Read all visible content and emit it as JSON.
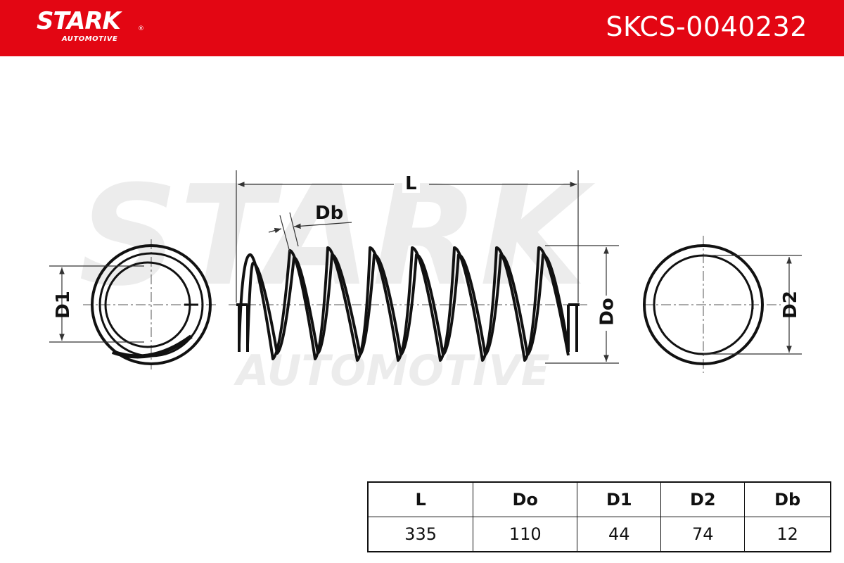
{
  "header": {
    "brand_name": "STARK",
    "brand_registered": "®",
    "brand_subtitle": "AUTOMOTIVE",
    "part_code": "SKCS-0040232",
    "color": "#e30613"
  },
  "watermark": {
    "main": "STARK",
    "sub": "AUTOMOTIVE"
  },
  "diagram": {
    "labels": {
      "length": "L",
      "wire_diameter": "Db",
      "outer_diameter": "Do",
      "end_diameter_1": "D1",
      "end_diameter_2": "D2"
    }
  },
  "spec_table": {
    "headers": [
      "L",
      "Do",
      "D1",
      "D2",
      "Db"
    ],
    "values": [
      "335",
      "110",
      "44",
      "74",
      "12"
    ]
  }
}
